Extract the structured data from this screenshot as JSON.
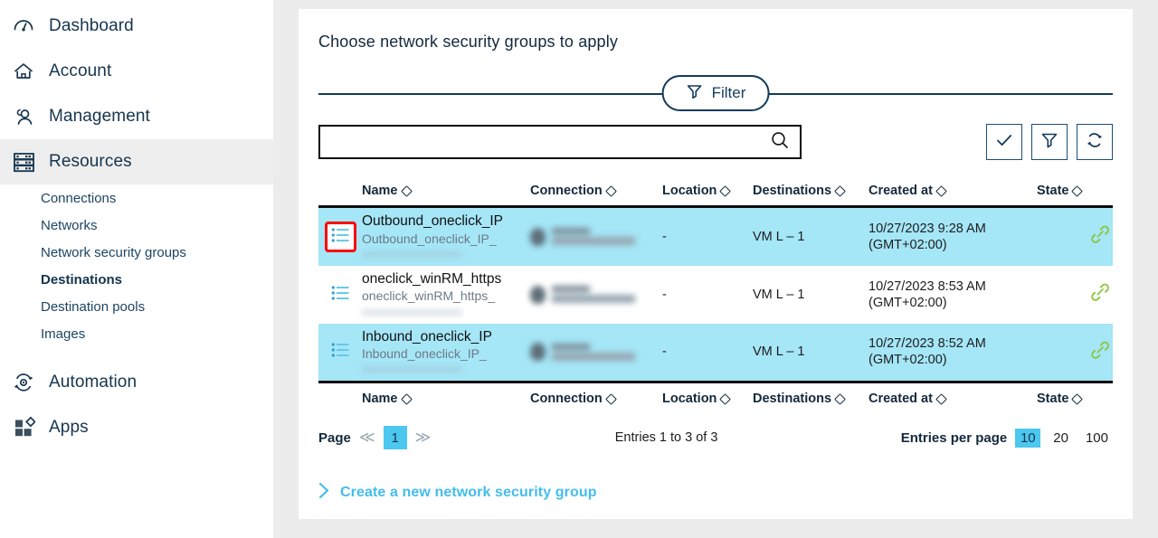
{
  "sidebar": {
    "items": [
      {
        "label": "Dashboard",
        "icon": "gauge-icon",
        "active": false
      },
      {
        "label": "Account",
        "icon": "home-icon",
        "active": false
      },
      {
        "label": "Management",
        "icon": "users-icon",
        "active": false
      },
      {
        "label": "Resources",
        "icon": "server-rack-icon",
        "active": true
      },
      {
        "label": "Automation",
        "icon": "automation-icon",
        "active": false
      },
      {
        "label": "Apps",
        "icon": "apps-icon",
        "active": false
      }
    ],
    "sub_items": [
      {
        "label": "Connections",
        "current": false
      },
      {
        "label": "Networks",
        "current": false
      },
      {
        "label": "Network security groups",
        "current": false
      },
      {
        "label": "Destinations",
        "current": true
      },
      {
        "label": "Destination pools",
        "current": false
      },
      {
        "label": "Images",
        "current": false
      }
    ]
  },
  "card": {
    "title": "Choose network security groups to apply",
    "filter_pill_label": "Filter",
    "search": {
      "value": "",
      "placeholder": ""
    },
    "actions": [
      {
        "name": "check-icon",
        "title": "Apply"
      },
      {
        "name": "filter-icon",
        "title": "Filter"
      },
      {
        "name": "refresh-icon",
        "title": "Refresh"
      }
    ],
    "columns": [
      "Name",
      "Connection",
      "Location",
      "Destinations",
      "Created at",
      "State"
    ],
    "rows": [
      {
        "name": "Outbound_oneclick_IP",
        "name_sub": "Outbound_oneclick_IP_",
        "name_blurred": true,
        "connection": "",
        "location": "-",
        "destinations": "VM L – 1",
        "created_at_line1": "10/27/2023 9:28 AM",
        "created_at_line2": "(GMT+02:00)",
        "state_icon": "link-icon",
        "selected": true,
        "icon_flagged": true
      },
      {
        "name": "oneclick_winRM_https",
        "name_sub": "oneclick_winRM_https_",
        "name_blurred": true,
        "connection": "",
        "location": "-",
        "destinations": "VM L – 1",
        "created_at_line1": "10/27/2023 8:53 AM",
        "created_at_line2": "(GMT+02:00)",
        "state_icon": "link-icon",
        "selected": false,
        "icon_flagged": false
      },
      {
        "name": "Inbound_oneclick_IP",
        "name_sub": "Inbound_oneclick_IP_",
        "name_blurred": true,
        "connection": "",
        "location": "-",
        "destinations": "VM L – 1",
        "created_at_line1": "10/27/2023 8:52 AM",
        "created_at_line2": "(GMT+02:00)",
        "state_icon": "link-icon",
        "selected": true,
        "icon_flagged": false
      }
    ],
    "pagination": {
      "page_label": "Page",
      "first_arrow": "≪",
      "last_arrow": "≫",
      "current_page": "1",
      "entries_text": "Entries 1 to 3 of 3",
      "entries_per_page_label": "Entries per page",
      "page_sizes": [
        "10",
        "20",
        "100"
      ],
      "selected_page_size": "10"
    },
    "create_link": "Create a new network security group"
  },
  "colors": {
    "navy": "#123a5c",
    "row_highlight": "#a5e6f7",
    "accent_cyan": "#4cc7ef",
    "link_blue": "#43bdec",
    "state_green": "#8cc63f",
    "flag_red": "#ff0000"
  }
}
